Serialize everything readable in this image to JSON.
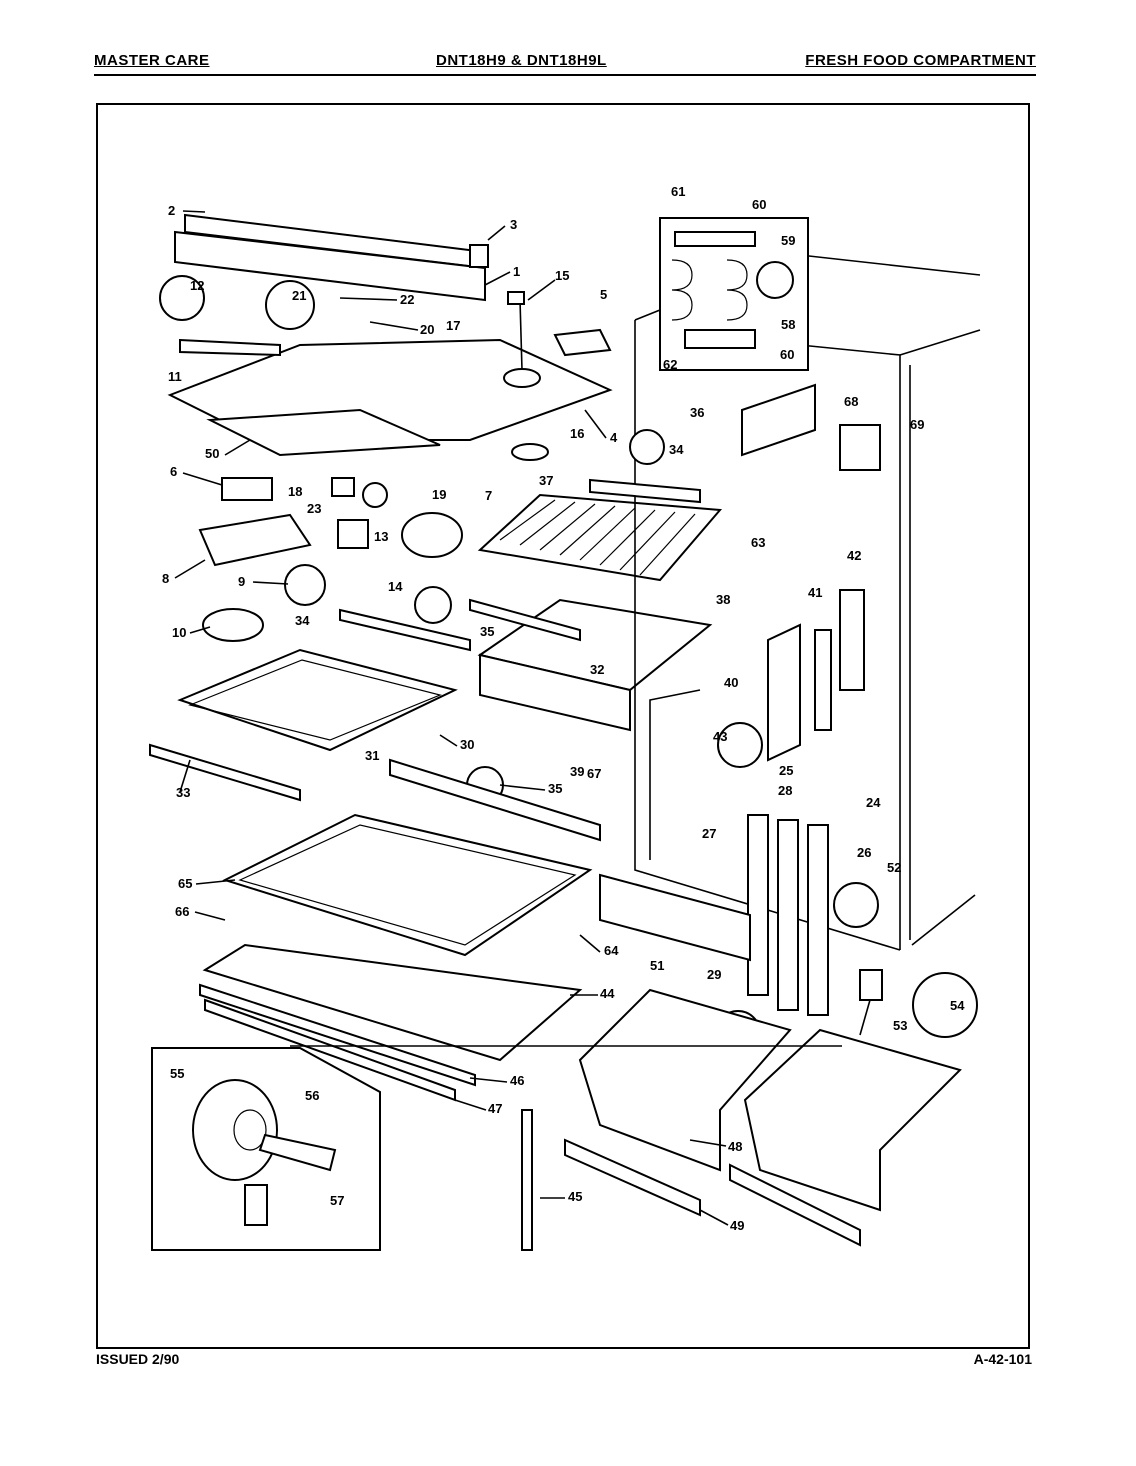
{
  "header": {
    "left": "MASTER CARE",
    "center": "DNT18H9 & DNT18H9L",
    "right": "FRESH FOOD COMPARTMENT"
  },
  "footer": {
    "issued": "ISSUED 2/90",
    "code": "A-42-101"
  },
  "callouts": [
    "1",
    "2",
    "3",
    "4",
    "5",
    "6",
    "7",
    "8",
    "9",
    "10",
    "11",
    "12",
    "13",
    "14",
    "15",
    "16",
    "17",
    "18",
    "19",
    "20",
    "21",
    "22",
    "23",
    "24",
    "25",
    "26",
    "27",
    "28",
    "29",
    "30",
    "31",
    "32",
    "33",
    "34",
    "35",
    "36",
    "37",
    "38",
    "39",
    "40",
    "41",
    "42",
    "43",
    "44",
    "45",
    "46",
    "47",
    "48",
    "49",
    "50",
    "51",
    "52",
    "53",
    "54",
    "55",
    "56",
    "57",
    "58",
    "59",
    "60",
    "61",
    "62",
    "63",
    "64",
    "65",
    "66",
    "67",
    "68",
    "69"
  ]
}
